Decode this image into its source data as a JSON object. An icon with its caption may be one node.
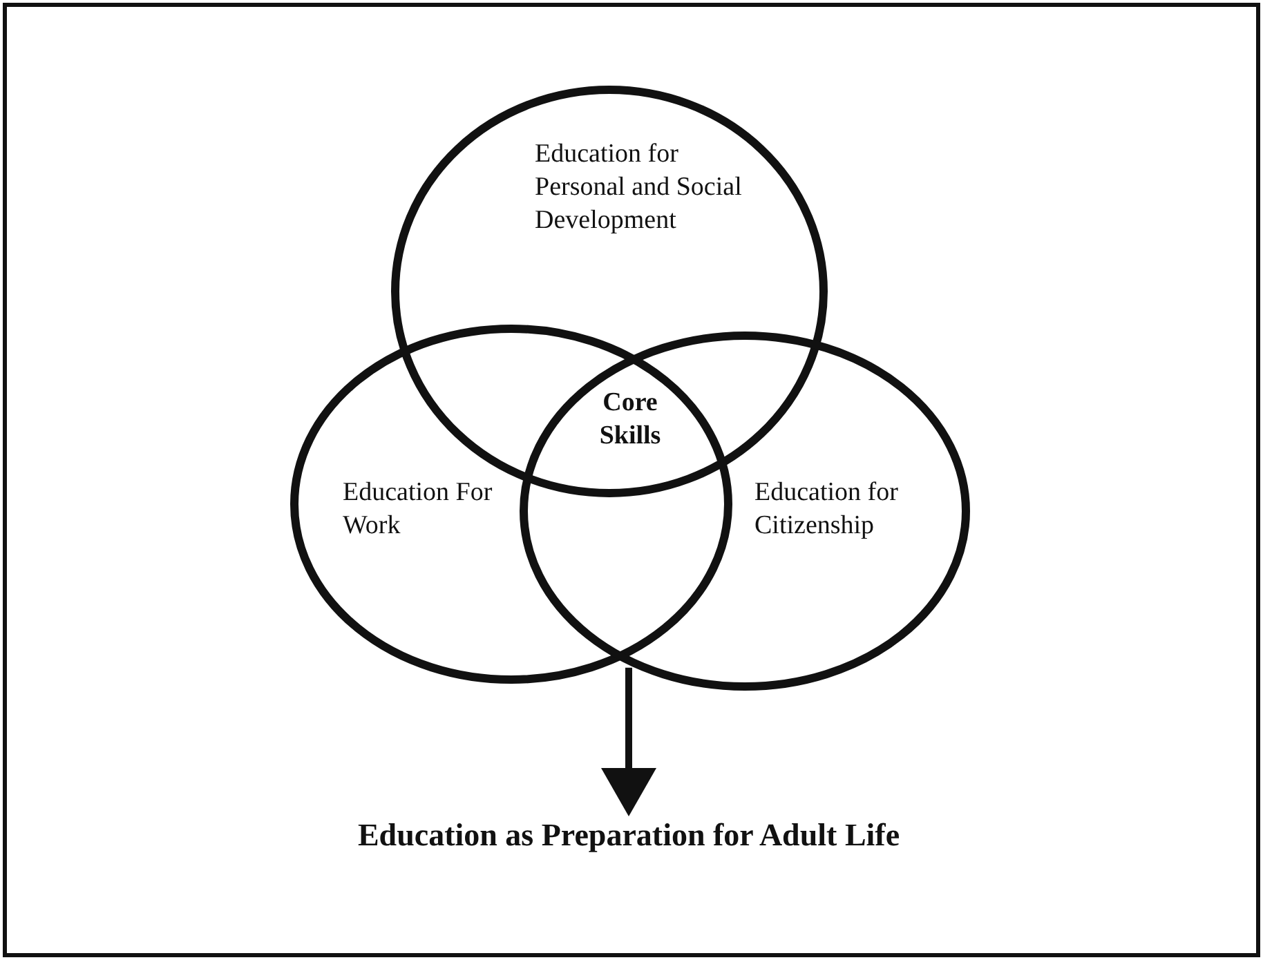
{
  "diagram": {
    "nodes": [
      {
        "text": [
          "Education for Personal and Social Development"
        ]
      },
      {
        "text": [
          "Education For Work"
        ]
      },
      {
        "text": [
          "Education for Citizenship"
        ]
      },
      {
        "text": [
          "Education as Preparation for Adult Life"
        ]
      }
    ],
    "edges": [
      {
        "from": 2,
        "to": 3,
        "arrow": "to"
      }
    ],
    "labels": [
      "Core Skills"
    ]
  }
}
